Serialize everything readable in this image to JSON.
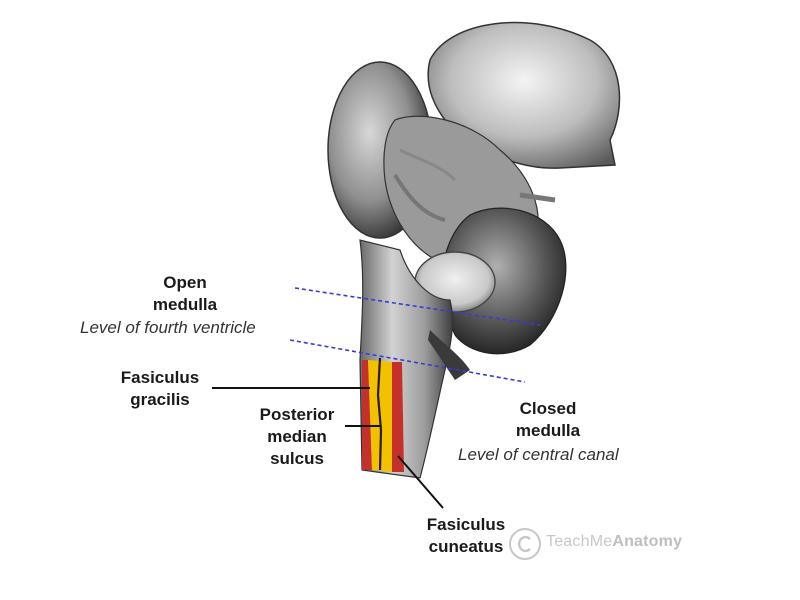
{
  "labels": {
    "open_medulla": {
      "line1": "Open",
      "line2": "medulla",
      "caption": "Level of fourth ventricle"
    },
    "closed_medulla": {
      "line1": "Closed",
      "line2": "medulla",
      "caption": "Level of central canal"
    },
    "fasciculus_gracilis": {
      "line1": "Fasiculus",
      "line2": "gracilis"
    },
    "posterior_median_sulcus": {
      "line1": "Posterior",
      "line2": "median",
      "line3": "sulcus"
    },
    "fasciculus_cuneatus": {
      "line1": "Fasiculus",
      "line2": "cuneatus"
    }
  },
  "watermark": {
    "brand_regular": "TeachMe",
    "brand_bold": "Anatomy"
  },
  "colors": {
    "level_line": "#3a3ad6",
    "gracilis": "#f2c200",
    "cuneatus": "#c4302b",
    "tissue_light": "#d9d9d9",
    "tissue_dark": "#4a4a4a",
    "leader": "#111111"
  }
}
